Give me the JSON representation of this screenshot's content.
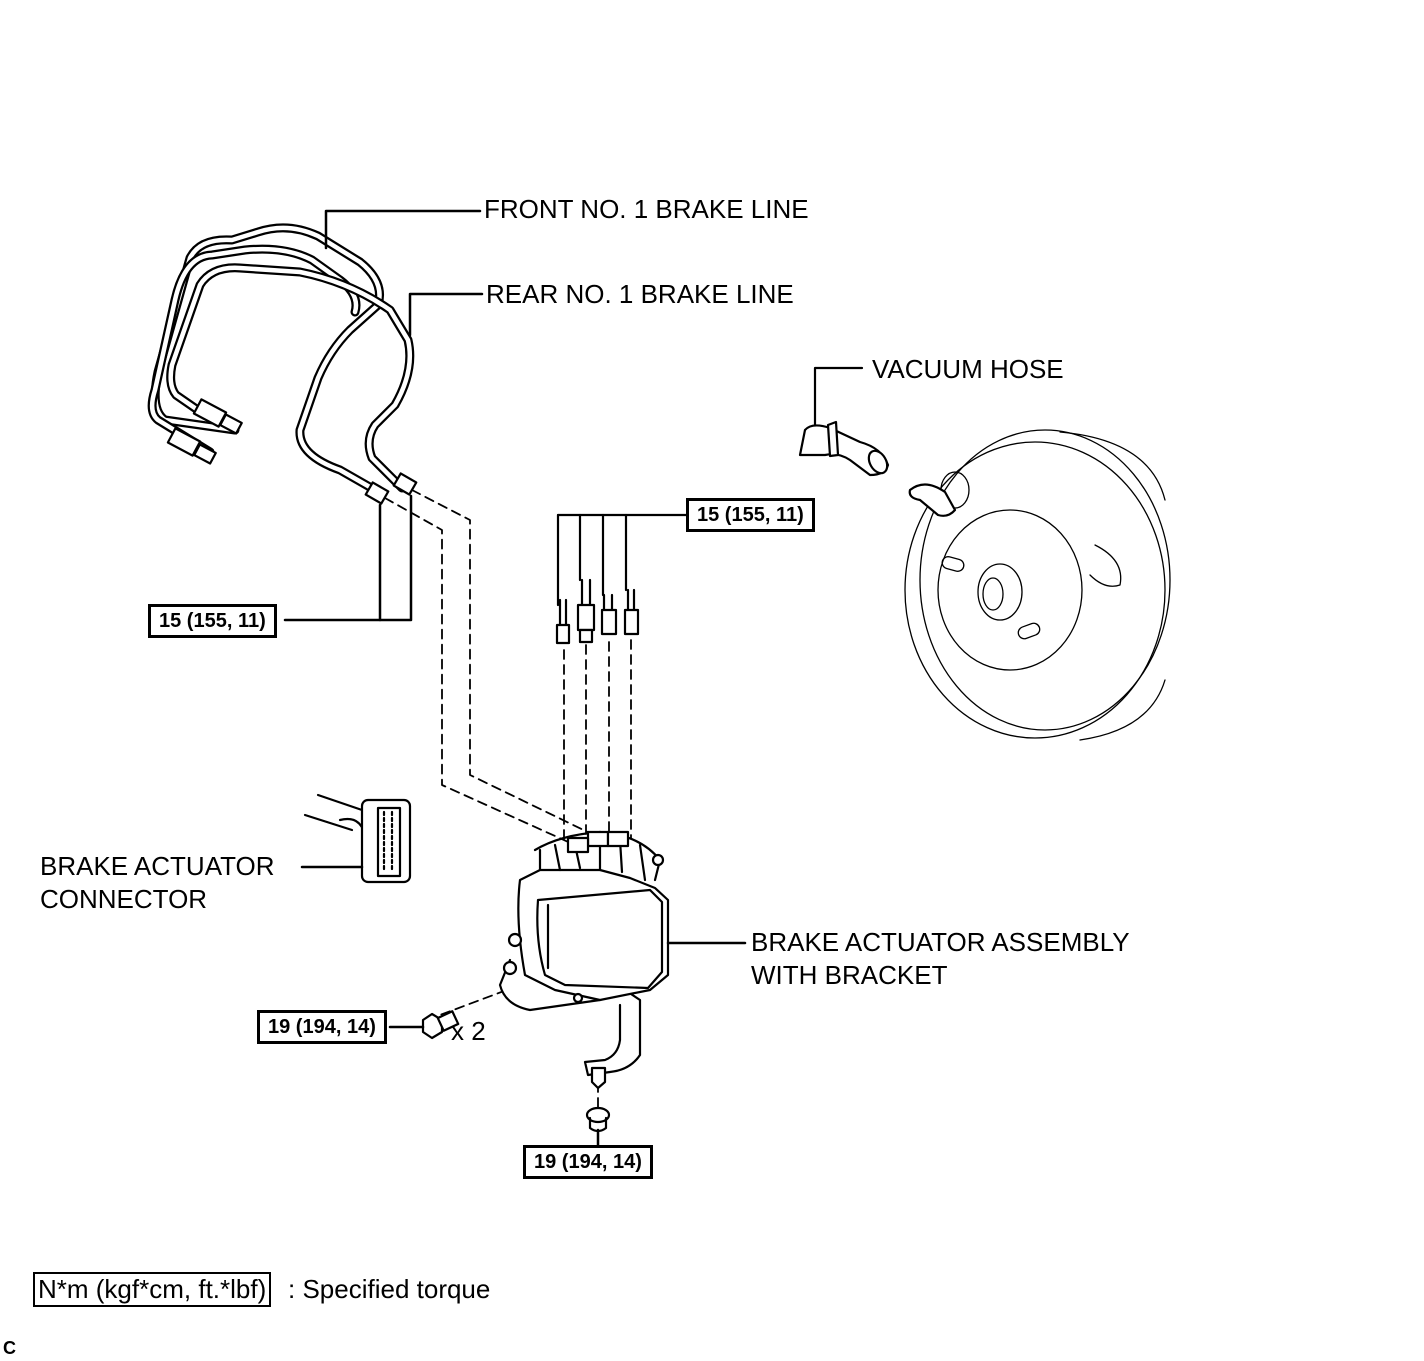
{
  "labels": {
    "front_brake_line": "FRONT NO. 1 BRAKE LINE",
    "rear_brake_line": "REAR NO. 1 BRAKE LINE",
    "vacuum_hose": "VACUUM HOSE",
    "connector_line1": "BRAKE ACTUATOR",
    "connector_line2": "CONNECTOR",
    "assembly_line1": "BRAKE ACTUATOR ASSEMBLY",
    "assembly_line2": "WITH BRACKET",
    "bolt_count": "x 2"
  },
  "torques": {
    "lines_left": "15 (155, 11)",
    "lines_right": "15 (155, 11)",
    "bolts": "19 (194, 14)",
    "bottom_nut": "19 (194, 14)"
  },
  "legend": {
    "box": "N*m (kgf*cm, ft.*lbf)",
    "text": ": Specified torque"
  },
  "corner_mark": "C"
}
